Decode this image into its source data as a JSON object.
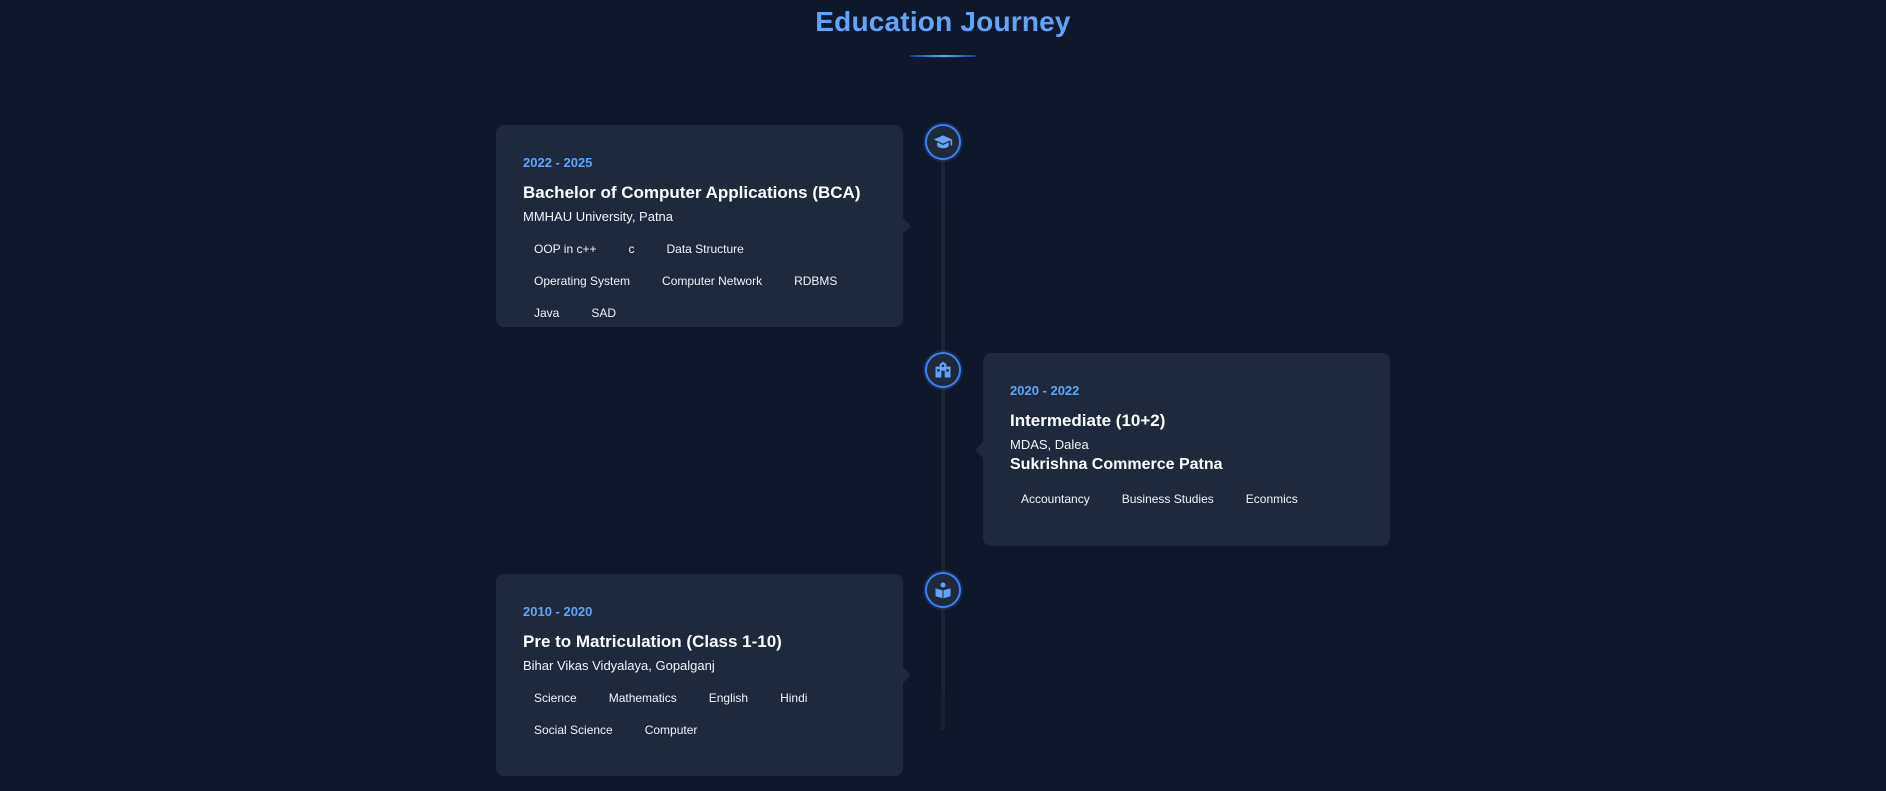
{
  "section": {
    "title": "Education Journey"
  },
  "education": [
    {
      "years": "2022 - 2025",
      "degree": "Bachelor of Computer Applications (BCA)",
      "school": "MMHAU University, Patna",
      "icon": "graduation-cap-icon",
      "tags": [
        "OOP in c++",
        "c",
        "Data Structure",
        "Operating System",
        "Computer Network",
        "RDBMS",
        "Java",
        "SAD"
      ]
    },
    {
      "years": "2020 - 2022",
      "degree": "Intermediate (10+2)",
      "school": "MDAS, Dalea",
      "school_secondary": "Sukrishna Commerce Patna",
      "icon": "school-building-icon",
      "tags": [
        "Accountancy",
        "Business Studies",
        "Econmics"
      ]
    },
    {
      "years": "2010 - 2020",
      "degree": "Pre to Matriculation (Class 1-10)",
      "school": "Bihar Vikas Vidyalaya, Gopalganj",
      "icon": "book-reader-icon",
      "tags": [
        "Science",
        "Mathematics",
        "English",
        "Hindi",
        "Social Science",
        "Computer"
      ]
    }
  ],
  "colors": {
    "background": "#0f172a",
    "card": "#1e293b",
    "accent": "#60a5fa",
    "node_border": "#3b82f6"
  }
}
